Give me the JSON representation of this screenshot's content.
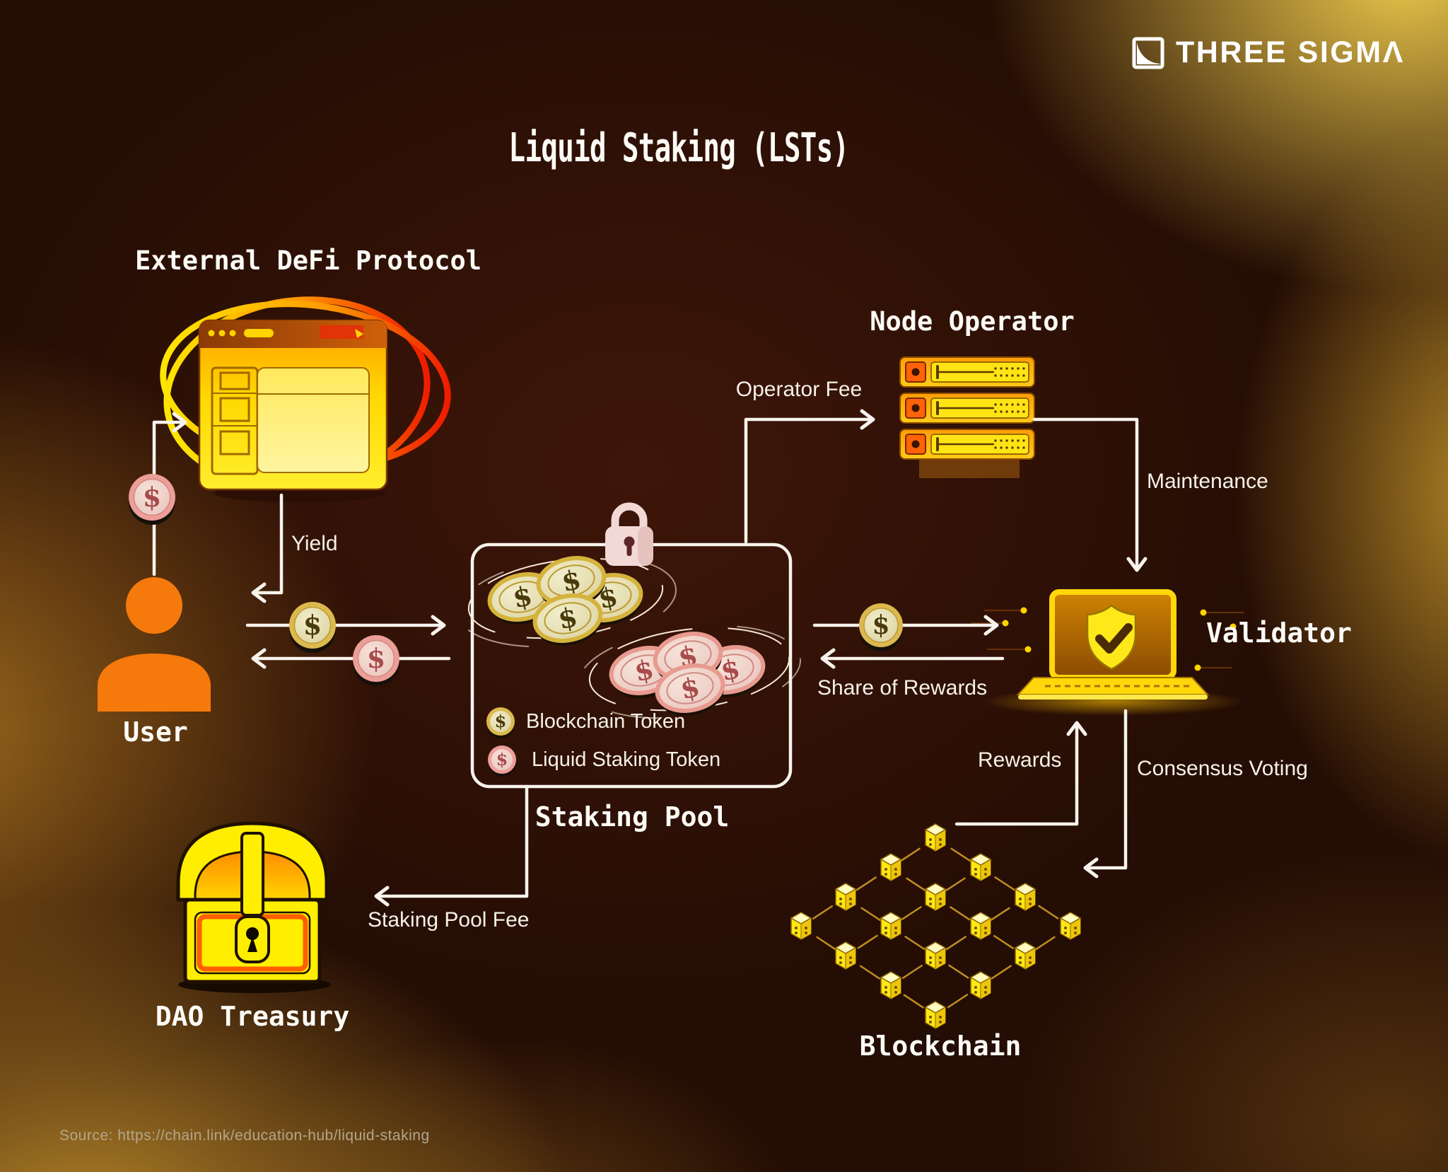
{
  "brand": {
    "name": "THREE SIGMΛ"
  },
  "header": {
    "title": "Liquid Staking (LSTs)"
  },
  "nodes": {
    "external_defi": "External DeFi Protocol",
    "node_operator": "Node Operator",
    "user": "User",
    "staking_pool": "Staking Pool",
    "validator": "Validator",
    "dao_treasury": "DAO Treasury",
    "blockchain": "Blockchain"
  },
  "flows": {
    "yield": "Yield",
    "operator_fee": "Operator Fee",
    "maintenance": "Maintenance",
    "share_of_rewards": "Share of Rewards",
    "rewards": "Rewards",
    "consensus_voting": "Consensus Voting",
    "staking_pool_fee": "Staking Pool Fee"
  },
  "legend": {
    "blockchain_token": "Blockchain Token",
    "liquid_staking_token": "Liquid Staking Token"
  },
  "tokens": {
    "symbol": "$"
  },
  "footer": {
    "source": "Source: https://chain.link/education-hub/liquid-staking"
  },
  "colors": {
    "line_white": "#f7f3ec",
    "coin_gold_ring": "#dcb94e",
    "coin_gold_face": "#eae4c2",
    "coin_pink_ring": "#ec9e98",
    "coin_pink_face": "#f2dcd4",
    "accent_orange": "#f6790b",
    "accent_yellow": "#ffe714",
    "background_gold": "#e9c54a",
    "background_dark": "#240d04"
  }
}
